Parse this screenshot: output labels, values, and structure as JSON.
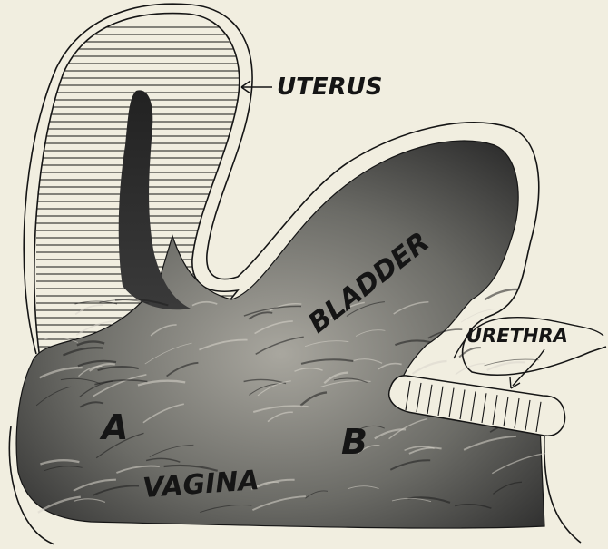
{
  "labels": {
    "uterus": "UTERUS",
    "bladder": "BLADDER",
    "urethra": "URETHRA",
    "vagina": "VAGINA",
    "a": "A",
    "b": "B"
  },
  "colors": {
    "paper": "#f1eee0",
    "ink": "#151515",
    "tissue_dark": "#2a2a2a",
    "tissue_mid": "#6b6b66",
    "tissue_light": "#a9a79f"
  }
}
